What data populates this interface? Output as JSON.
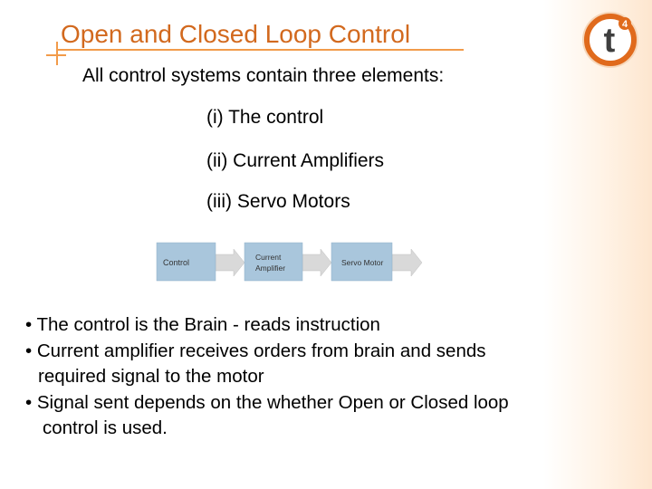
{
  "slide": {
    "title": "Open and Closed Loop Control",
    "intro": "All control systems contain three elements:",
    "elements": [
      "(i) The control",
      "(ii) Current Amplifiers",
      "(iii) Servo Motors"
    ],
    "diagram": {
      "blocks": [
        {
          "label_lines": [
            "Control"
          ]
        },
        {
          "label_lines": [
            "Current",
            "Amplifier"
          ]
        },
        {
          "label_lines": [
            "Servo Motor"
          ]
        }
      ],
      "block_color": "#a9c6dc",
      "arrow_color": "#d9d9d9"
    },
    "bullets": [
      {
        "lines": [
          "• The control is the Brain - reads instruction"
        ]
      },
      {
        "lines": [
          "• Current amplifier receives orders from brain and sends",
          "required signal to the motor"
        ]
      },
      {
        "lines": [
          "• Signal sent depends on the whether Open or Closed loop",
          "control is used."
        ]
      }
    ],
    "logo": {
      "letter": "t",
      "superscript": "4"
    }
  },
  "colors": {
    "title": "#d2691e",
    "accent": "#f29b4a",
    "logo_ring": "#e06a1c"
  }
}
